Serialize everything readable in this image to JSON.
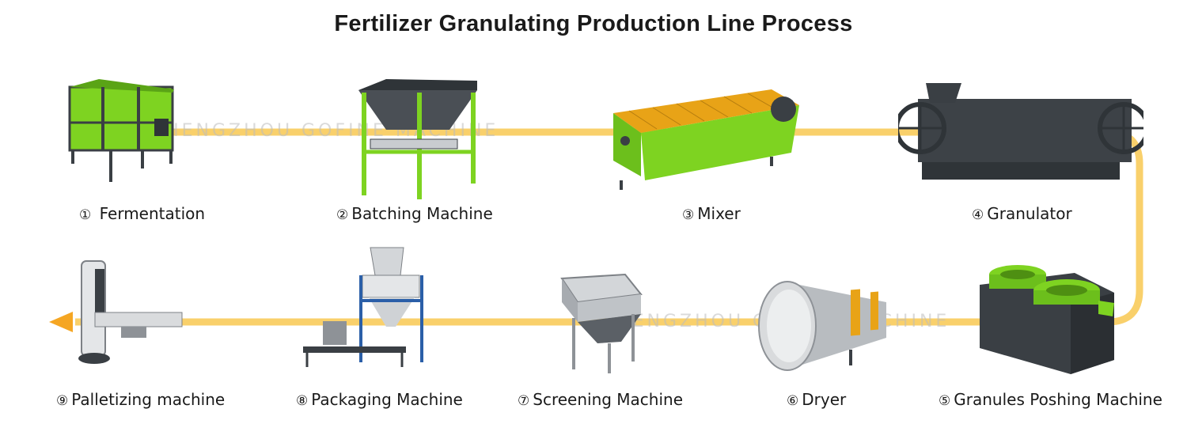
{
  "title": "Fertilizer Granulating Production Line Process",
  "watermark": "ZHENGZHOU GOFINE MACHINE",
  "colors": {
    "flow_line": "#f9d06b",
    "arrow_head": "#f5a623",
    "machine_green": "#7ed321",
    "machine_dark": "#3a3f44",
    "mesh_orange": "#e8a317"
  },
  "steps": [
    {
      "num": "①",
      "name": "Fermentation",
      "icon": "fermentation-tank-icon"
    },
    {
      "num": "②",
      "name": "Batching Machine",
      "icon": "batching-machine-icon"
    },
    {
      "num": "③",
      "name": "Mixer",
      "icon": "mixer-icon"
    },
    {
      "num": "④",
      "name": "Granulator",
      "icon": "granulator-icon"
    },
    {
      "num": "⑤",
      "name": "Granules Poshing Machine",
      "icon": "polishing-machine-icon"
    },
    {
      "num": "⑥",
      "name": "Dryer",
      "icon": "dryer-icon"
    },
    {
      "num": "⑦",
      "name": "Screening Machine",
      "icon": "screening-machine-icon"
    },
    {
      "num": "⑧",
      "name": "Packaging Machine",
      "icon": "packaging-machine-icon"
    },
    {
      "num": "⑨",
      "name": "Palletizing machine",
      "icon": "palletizing-machine-icon"
    }
  ]
}
